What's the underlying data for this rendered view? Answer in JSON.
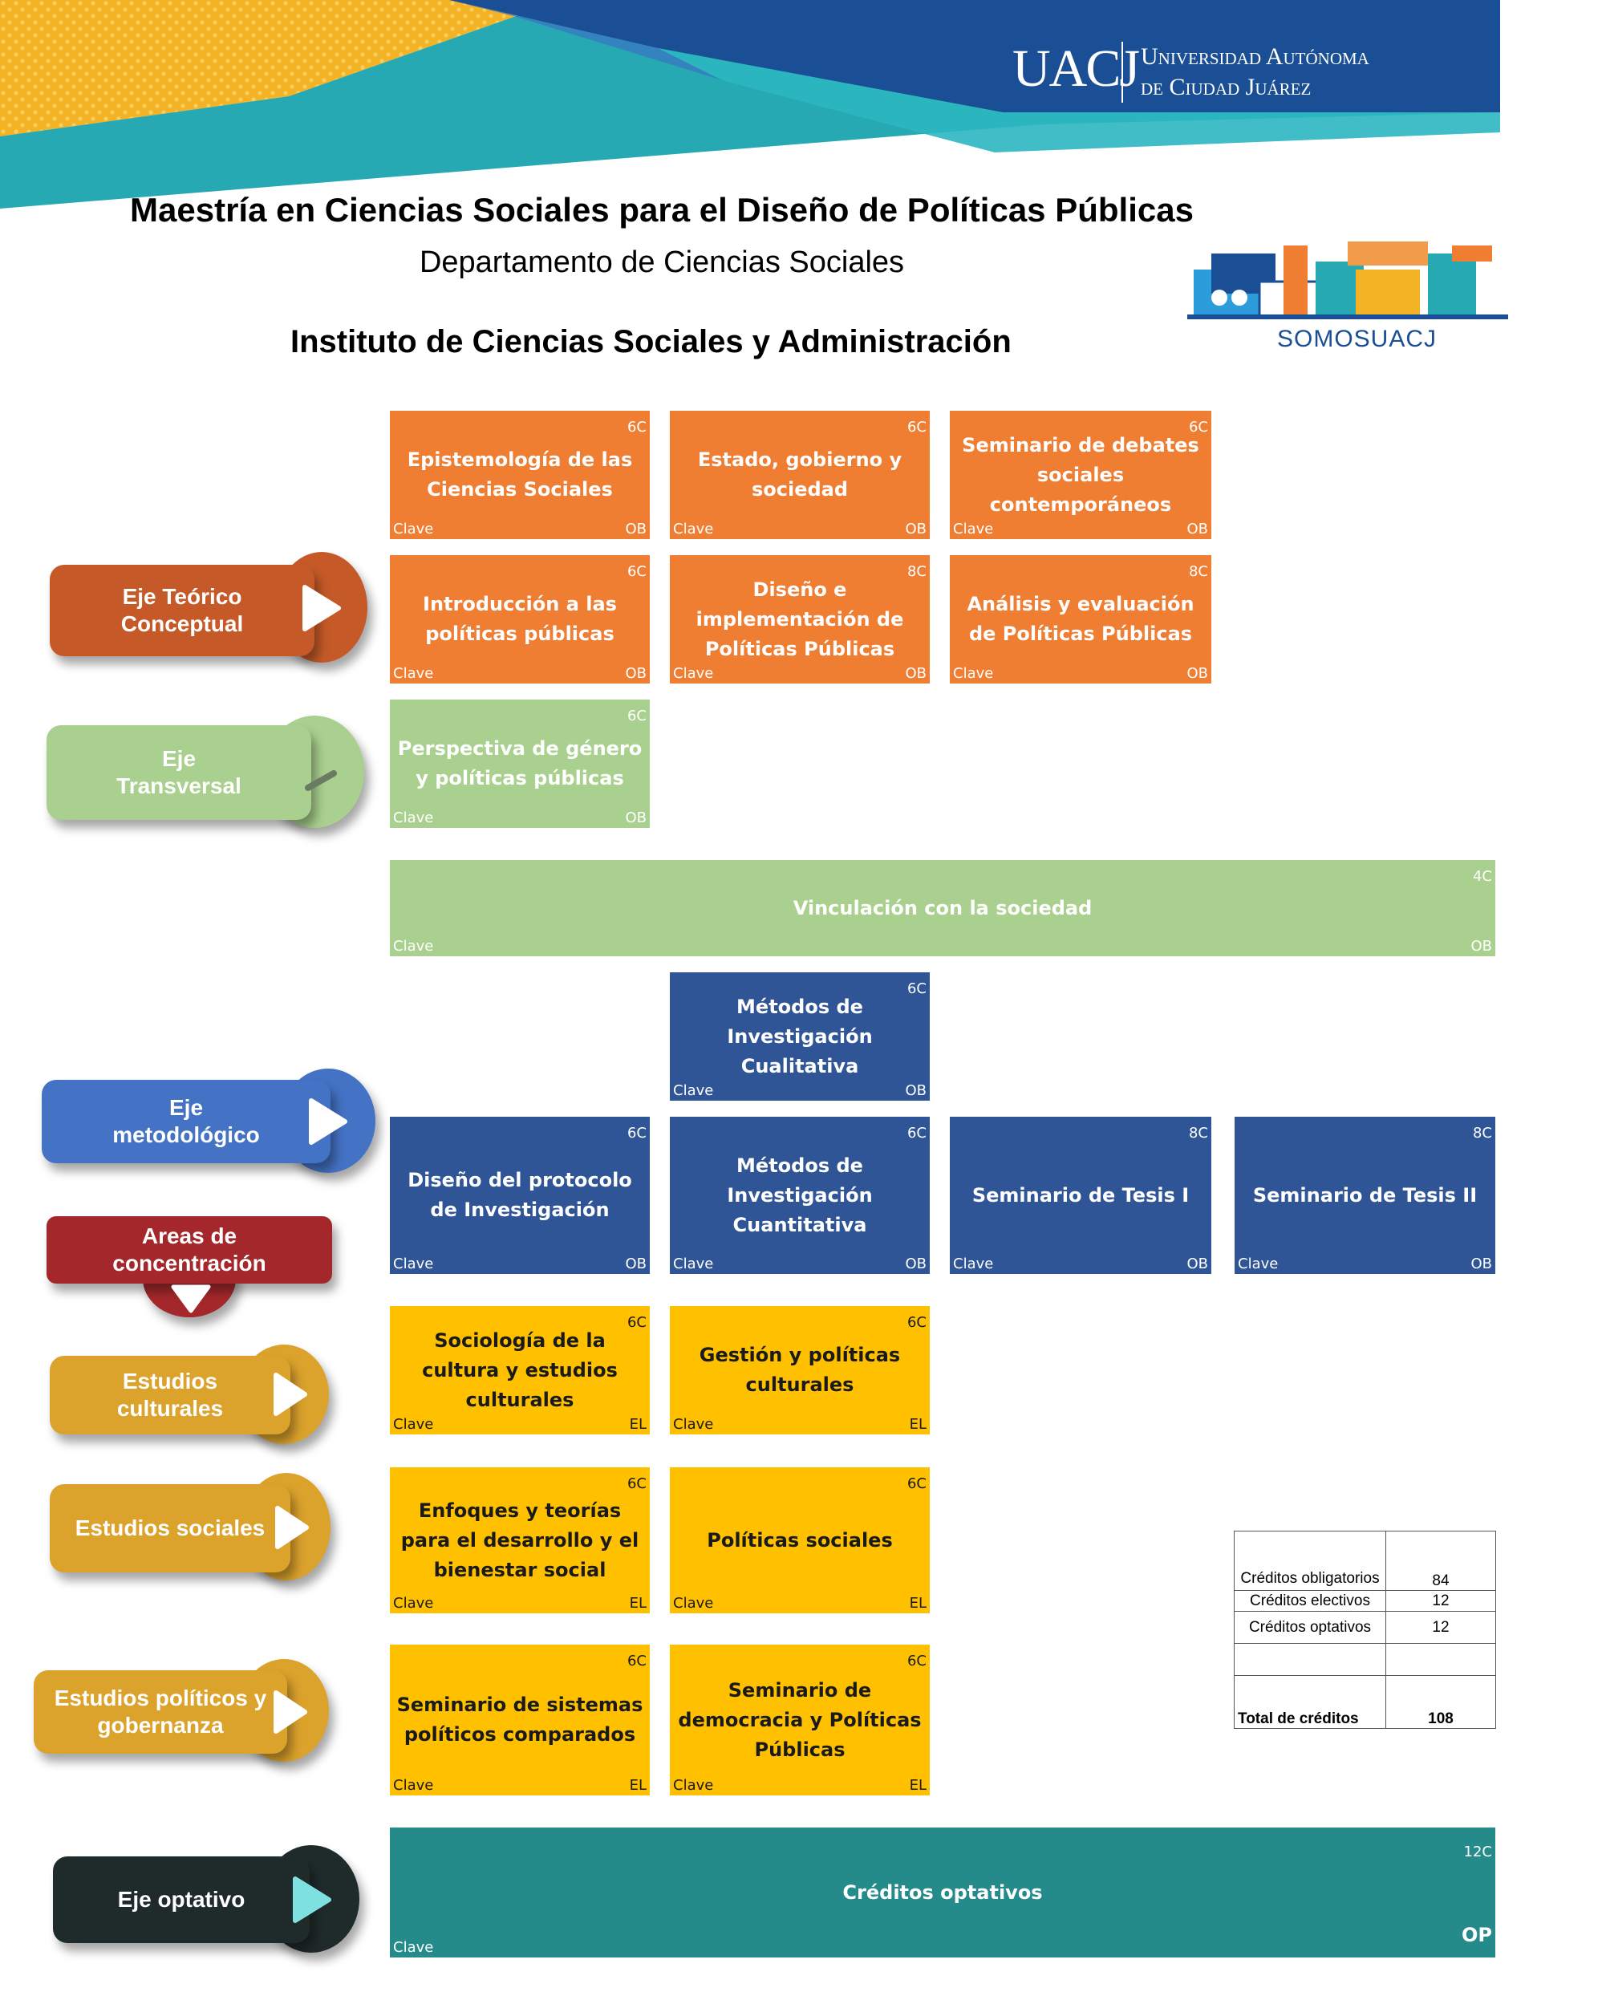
{
  "header": {
    "logo_text": "UACJ",
    "university_line1": "Universidad Autónoma",
    "university_line2": "de Ciudad Juárez",
    "somos_logo": "SOMOSUACJ",
    "program_title": "Maestría en Ciencias Sociales para el Diseño de Políticas Públicas",
    "department": "Departamento de Ciencias Sociales",
    "institute": "Instituto de Ciencias Sociales y Administración"
  },
  "colors": {
    "theoretical": "#ef7d32",
    "transversal": "#a9d08e",
    "methodological": "#2f5597",
    "concentration": "#ffc000",
    "concentration_label": "#a4282b",
    "optional": "#258a8a",
    "optional_label": "#1f2a2a"
  },
  "axes": {
    "teorico": "Eje Teórico Conceptual",
    "transversal": "Eje Transversal",
    "metodologico": "Eje metodológico",
    "areas": "Areas de concentración",
    "culturales": "Estudios culturales",
    "sociales": "Estudios sociales",
    "politicos": "Estudios políticos y gobernanza",
    "optativo": "Eje optativo"
  },
  "courses": {
    "epistemologia": {
      "name": "Epistemología de las Ciencias Sociales",
      "credits": "6C",
      "clave": "Clave",
      "type": "OB"
    },
    "estado": {
      "name": "Estado, gobierno y sociedad",
      "credits": "6C",
      "clave": "Clave",
      "type": "OB"
    },
    "seminario_debates": {
      "name": "Seminario de debates sociales contemporáneos",
      "credits": "6C",
      "clave": "Clave",
      "type": "OB"
    },
    "introduccion": {
      "name": "Introducción a las políticas públicas",
      "credits": "6C",
      "clave": "Clave",
      "type": "OB"
    },
    "diseno_impl": {
      "name": "Diseño e implementación de Políticas Públicas",
      "credits": "8C",
      "clave": "Clave",
      "type": "OB"
    },
    "analisis": {
      "name": "Análisis y evaluación de Políticas Públicas",
      "credits": "8C",
      "clave": "Clave",
      "type": "OB"
    },
    "genero": {
      "name": "Perspectiva de género y políticas públicas",
      "credits": "6C",
      "clave": "Clave",
      "type": "OB"
    },
    "vinculacion": {
      "name": "Vinculación con la sociedad",
      "credits": "4C",
      "clave": "Clave",
      "type": "OB"
    },
    "cualitativa": {
      "name": "Métodos de Investigación Cualitativa",
      "credits": "6C",
      "clave": "Clave",
      "type": "OB"
    },
    "protocolo": {
      "name": "Diseño del protocolo de Investigación",
      "credits": "6C",
      "clave": "Clave",
      "type": "OB"
    },
    "cuantitativa": {
      "name": "Métodos de Investigación Cuantitativa",
      "credits": "6C",
      "clave": "Clave",
      "type": "OB"
    },
    "tesis1": {
      "name": "Seminario de Tesis I",
      "credits": "8C",
      "clave": "Clave",
      "type": "OB"
    },
    "tesis2": {
      "name": "Seminario de Tesis II",
      "credits": "8C",
      "clave": "Clave",
      "type": "OB"
    },
    "sociologia": {
      "name": "Sociología de la cultura y estudios culturales",
      "credits": "6C",
      "clave": "Clave",
      "type": "EL"
    },
    "gestion": {
      "name": "Gestión y políticas culturales",
      "credits": "6C",
      "clave": "Clave",
      "type": "EL"
    },
    "enfoques": {
      "name": "Enfoques y teorías para el desarrollo y el bienestar social",
      "credits": "6C",
      "clave": "Clave",
      "type": "EL"
    },
    "politicas_sociales": {
      "name": "Políticas sociales",
      "credits": "6C",
      "clave": "Clave",
      "type": "EL"
    },
    "sistemas": {
      "name": "Seminario de sistemas políticos comparados",
      "credits": "6C",
      "clave": "Clave",
      "type": "EL"
    },
    "democracia": {
      "name": "Seminario de democracia y Políticas Públicas",
      "credits": "6C",
      "clave": "Clave",
      "type": "EL"
    },
    "optativos": {
      "name": "Créditos optativos",
      "credits": "12C",
      "clave": "Clave",
      "type": "OP"
    }
  },
  "credits_table": {
    "row1_label": "Créditos obligatorios",
    "row1_value": "84",
    "row2_label": "Créditos electivos",
    "row2_value": "12",
    "row3_label": "Créditos optativos",
    "row3_value": "12",
    "total_label": "Total de créditos",
    "total_value": "108"
  }
}
